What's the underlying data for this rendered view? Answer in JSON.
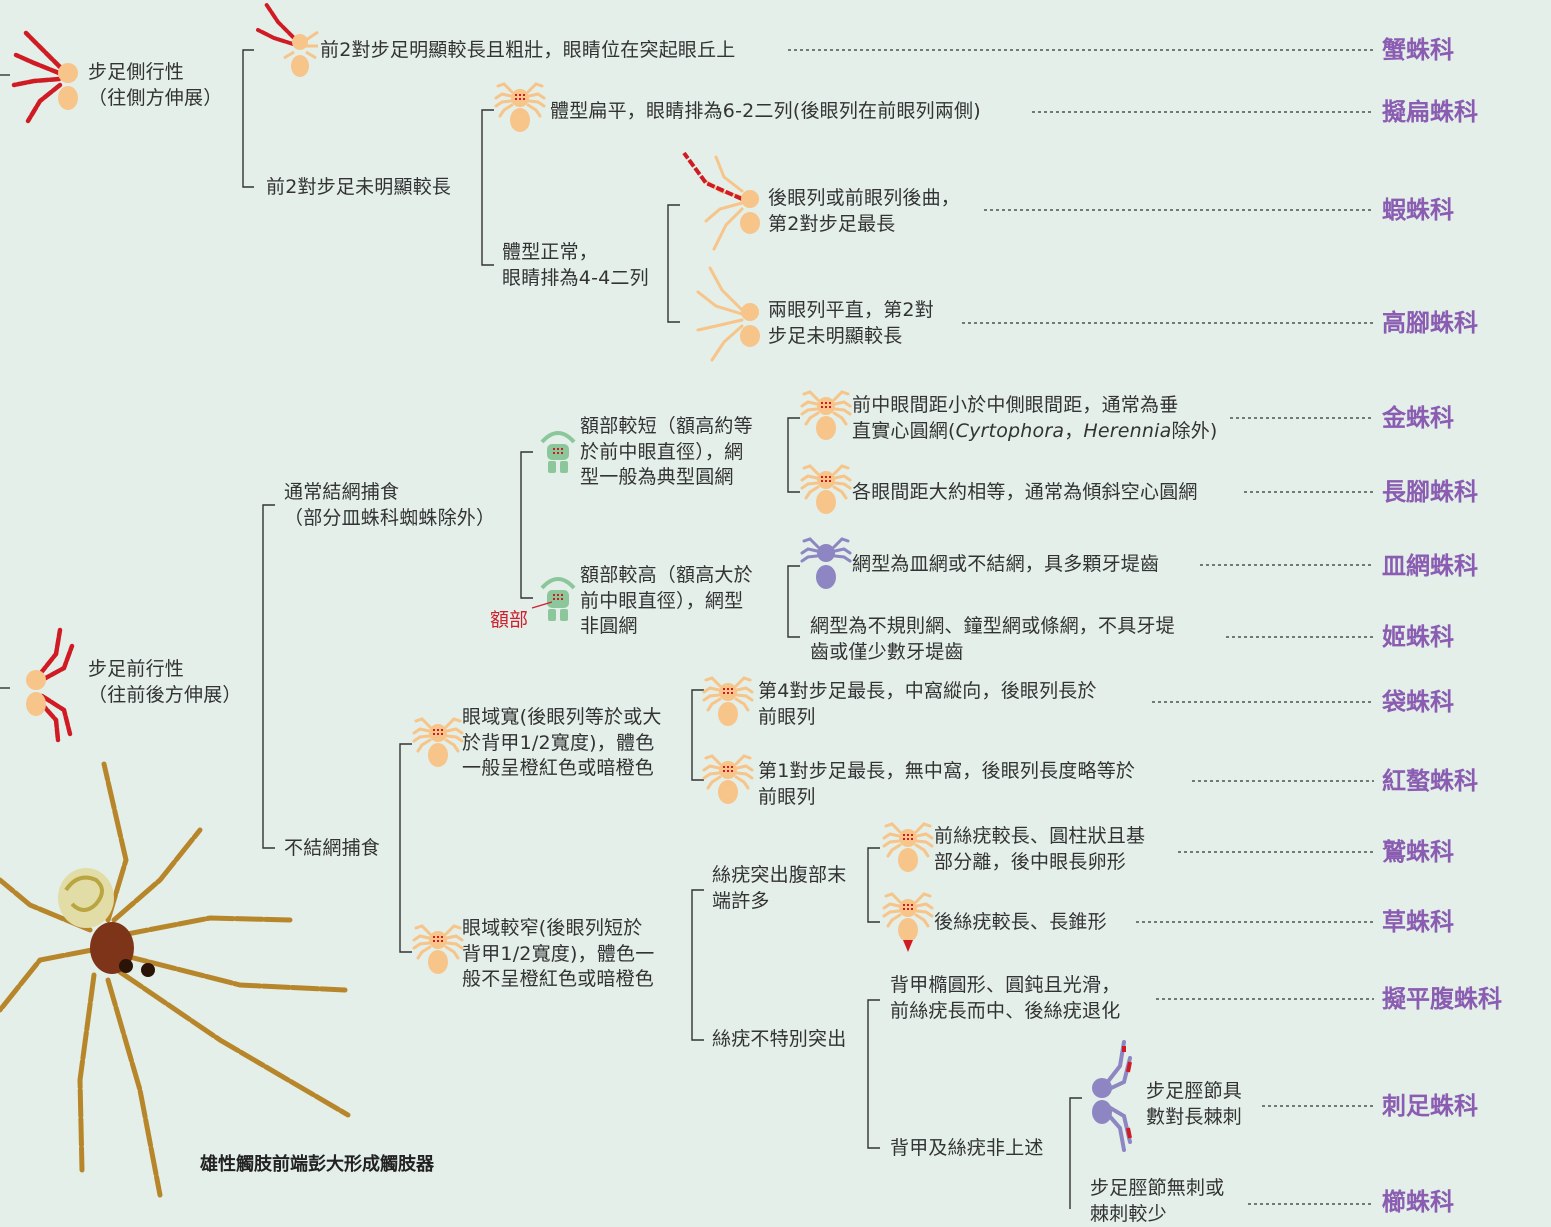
{
  "branches": {
    "lateral_gait": "步足側行性\n（往側方伸展）",
    "front_longer": "前2對步足明顯較長且粗壯，眼睛位在突起眼丘上",
    "front_not_longer": "前2對步足未明顯較長",
    "flat_body": "體型扁平，眼睛排為6-2二列(後眼列在前眼列兩側)",
    "normal_body": "體型正常，\n眼睛排為4-4二列",
    "recurved_eyes": "後眼列或前眼列後曲，\n第2對步足最長",
    "straight_eyes": "兩眼列平直，第2對\n步足未明顯較長",
    "forward_gait": "步足前行性\n（往前後方伸展）",
    "web_builder": "通常結網捕食\n（部分皿蛛科蜘蛛除外）",
    "short_clypeus": "額部較短（額高約等\n於前中眼直徑），網\n型一般為典型圓網",
    "amedian_closer_pre": "前中眼間距小於中側眼間距，通常為垂\n直實心圓網(",
    "amedian_closer_genus1": "Cyrtophora",
    "amedian_closer_sep": "，",
    "amedian_closer_genus2": "Herennia",
    "amedian_closer_post": "除外)",
    "equal_spacing": "各眼間距大約相等，通常為傾斜空心圓網",
    "tall_clypeus": "額部較高（額高大於\n前中眼直徑），網型\n非圓網",
    "frontal_label": "額部",
    "sheet_web": "網型為皿網或不結網，具多顆牙堤齒",
    "irregular_web": "網型為不規則網、鐘型網或條網，不具牙堤\n齒或僅少數牙堤齒",
    "no_web": "不結網捕食",
    "wide_eye_area": "眼域寬(後眼列等於或大\n於背甲1/2寬度)，體色\n一般呈橙紅色或暗橙色",
    "leg4_longest": "第4對步足最長，中窩縱向，後眼列長於\n前眼列",
    "leg1_longest": "第1對步足最長，無中窩，後眼列長度略等於\n前眼列",
    "narrow_eye_area": "眼域較窄(後眼列短於\n背甲1/2寬度)，體色一\n般不呈橙紅色或暗橙色",
    "spinnerets_protrude": "絲疣突出腹部末\n端許多",
    "anterior_spinnerets_long": "前絲疣較長、圓柱狀且基\n部分離，後中眼長卵形",
    "posterior_spinnerets_long": "後絲疣較長、長錐形",
    "spinnerets_not_protrude": "絲疣不特別突出",
    "oval_carapace": "背甲橢圓形、圓鈍且光滑，\n前絲疣長而中、後絲疣退化",
    "other_carapace": "背甲及絲疣非上述",
    "tibia_spines": "步足脛節具\n數對長棘刺",
    "tibia_no_spines": "步足脛節無刺或\n棘刺較少"
  },
  "families": {
    "crab": "蟹蛛科",
    "flat": "擬扁蛛科",
    "huntsman": "蝦蛛科",
    "giant_crab": "高腳蛛科",
    "orb": "金蛛科",
    "long_jawed": "長腳蛛科",
    "sheet": "皿網蛛科",
    "comb": "姬蛛科",
    "sac": "袋蛛科",
    "pincer": "紅螯蛛科",
    "ground": "鷲蛛科",
    "grass": "草蛛科",
    "flatbelly": "擬平腹蛛科",
    "spiny": "刺足蛛科",
    "wolf": "櫛蛛科"
  },
  "caption": "雄性觸肢前端彭大形成觸肢器",
  "colors": {
    "background": "#e3efe8",
    "family_text": "#8a5cb2",
    "highlight_leg": "#d01b24",
    "spider_body": "#f7c48a",
    "green_spider": "#8cc79c",
    "purple_spider": "#8d86c2",
    "line": "#333333"
  },
  "icons": [
    "spider-lateral-icon",
    "spider-forward-icon",
    "spider-photo"
  ]
}
